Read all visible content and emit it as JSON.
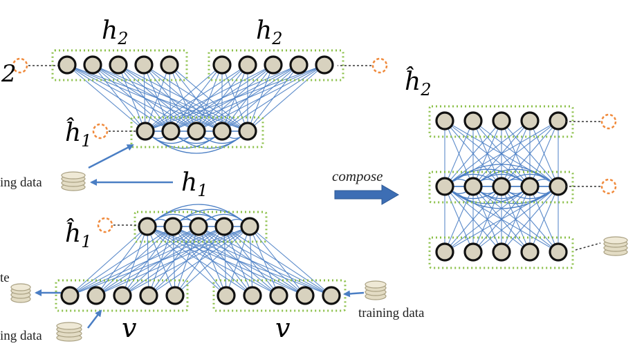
{
  "labels": {
    "top_left_h": "h",
    "top_left_h_sub": "2",
    "top_right_h": "h",
    "top_right_h_sub": "2",
    "hat_h1_top": "ĥ",
    "hat_h1_top_sub": "1",
    "h1_middle": "h",
    "h1_middle_sub": "1",
    "hat_h1_bottom": "ĥ",
    "hat_h1_bottom_sub": "1",
    "v_left": "v",
    "v_right": "v",
    "hat_h2_right": "ĥ",
    "hat_h2_right_sub": "2",
    "compose": "compose",
    "training_data_mid_left": "ing data",
    "training_data_bottom_left": "ing data",
    "training_data_bottom_right": "training data",
    "truncated_te": "te",
    "truncated_top_edge": "2"
  },
  "colors": {
    "node_fill": "#d8d2bf",
    "node_stroke": "#111111",
    "edge": "#4a7ec4",
    "group_border": "#8cc04a",
    "hidden_unit": "#f08a3c",
    "arrow": "#4a7ec4",
    "compose_arrow": "#3d6eb4",
    "db_fill": "#e3dcc4",
    "db_stroke": "#a89f80"
  }
}
